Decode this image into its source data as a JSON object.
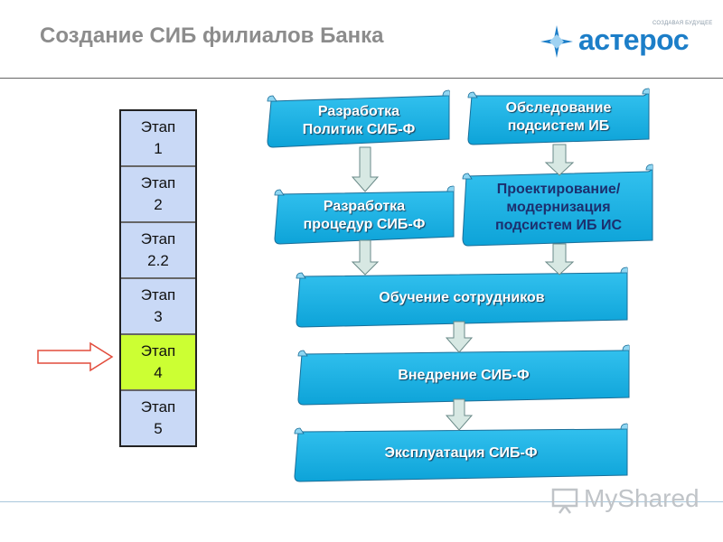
{
  "header": {
    "title": "Создание СИБ филиалов Банка",
    "logo_tagline": "СОЗДАВАЯ БУДУЩЕЕ",
    "logo_name": "астерос"
  },
  "stages": [
    {
      "label": "Этап\n1",
      "active": false
    },
    {
      "label": "Этап\n2",
      "active": false
    },
    {
      "label": "Этап\n2.2",
      "active": false
    },
    {
      "label": "Этап\n3",
      "active": false
    },
    {
      "label": "Этап\n4",
      "active": true
    },
    {
      "label": "Этап\n5",
      "active": false
    }
  ],
  "flow": {
    "box_policies": "Разработка\nПолитик СИБ-Ф",
    "box_survey": "Обследование\nподсистем ИБ",
    "box_procedures": "Разработка\nпроцедур СИБ-Ф",
    "box_design": "Проектирование/\nмодернизация\nподсистем ИБ ИС",
    "box_training": "Обучение сотрудников",
    "box_implementation": "Внедрение СИБ-Ф",
    "box_operation": "Эксплуатация СИБ-Ф"
  },
  "colors": {
    "box_fill": "#1fb4e8",
    "stage_fill": "#c9d9f6",
    "stage_active": "#ccff33",
    "arrow_fill": "#d7e8e3"
  },
  "watermark": "MyShared"
}
